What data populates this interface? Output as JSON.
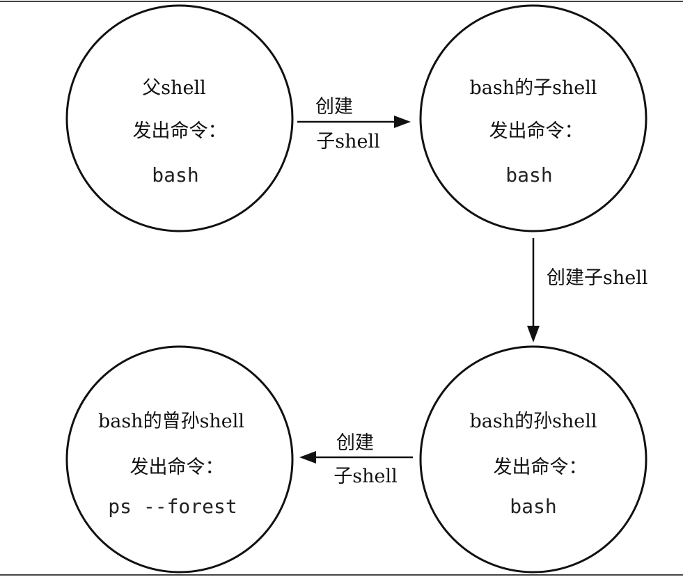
{
  "nodes": {
    "parent": {
      "title": "父shell",
      "subtitle": "发出命令：",
      "command": "bash"
    },
    "child": {
      "title": "bash的子shell",
      "subtitle": "发出命令：",
      "command": "bash"
    },
    "grandchild": {
      "title": "bash的孙shell",
      "subtitle": "发出命令：",
      "command": "bash"
    },
    "great_grandchild": {
      "title": "bash的曾孙shell",
      "subtitle": "发出命令：",
      "command": "ps --forest"
    }
  },
  "edges": {
    "parent_to_child": {
      "line1": "创建",
      "line2": "子shell"
    },
    "child_to_grandchild": {
      "label": "创建子shell"
    },
    "grandchild_to_great_grandchild": {
      "line1": "创建",
      "line2": "子shell"
    }
  }
}
